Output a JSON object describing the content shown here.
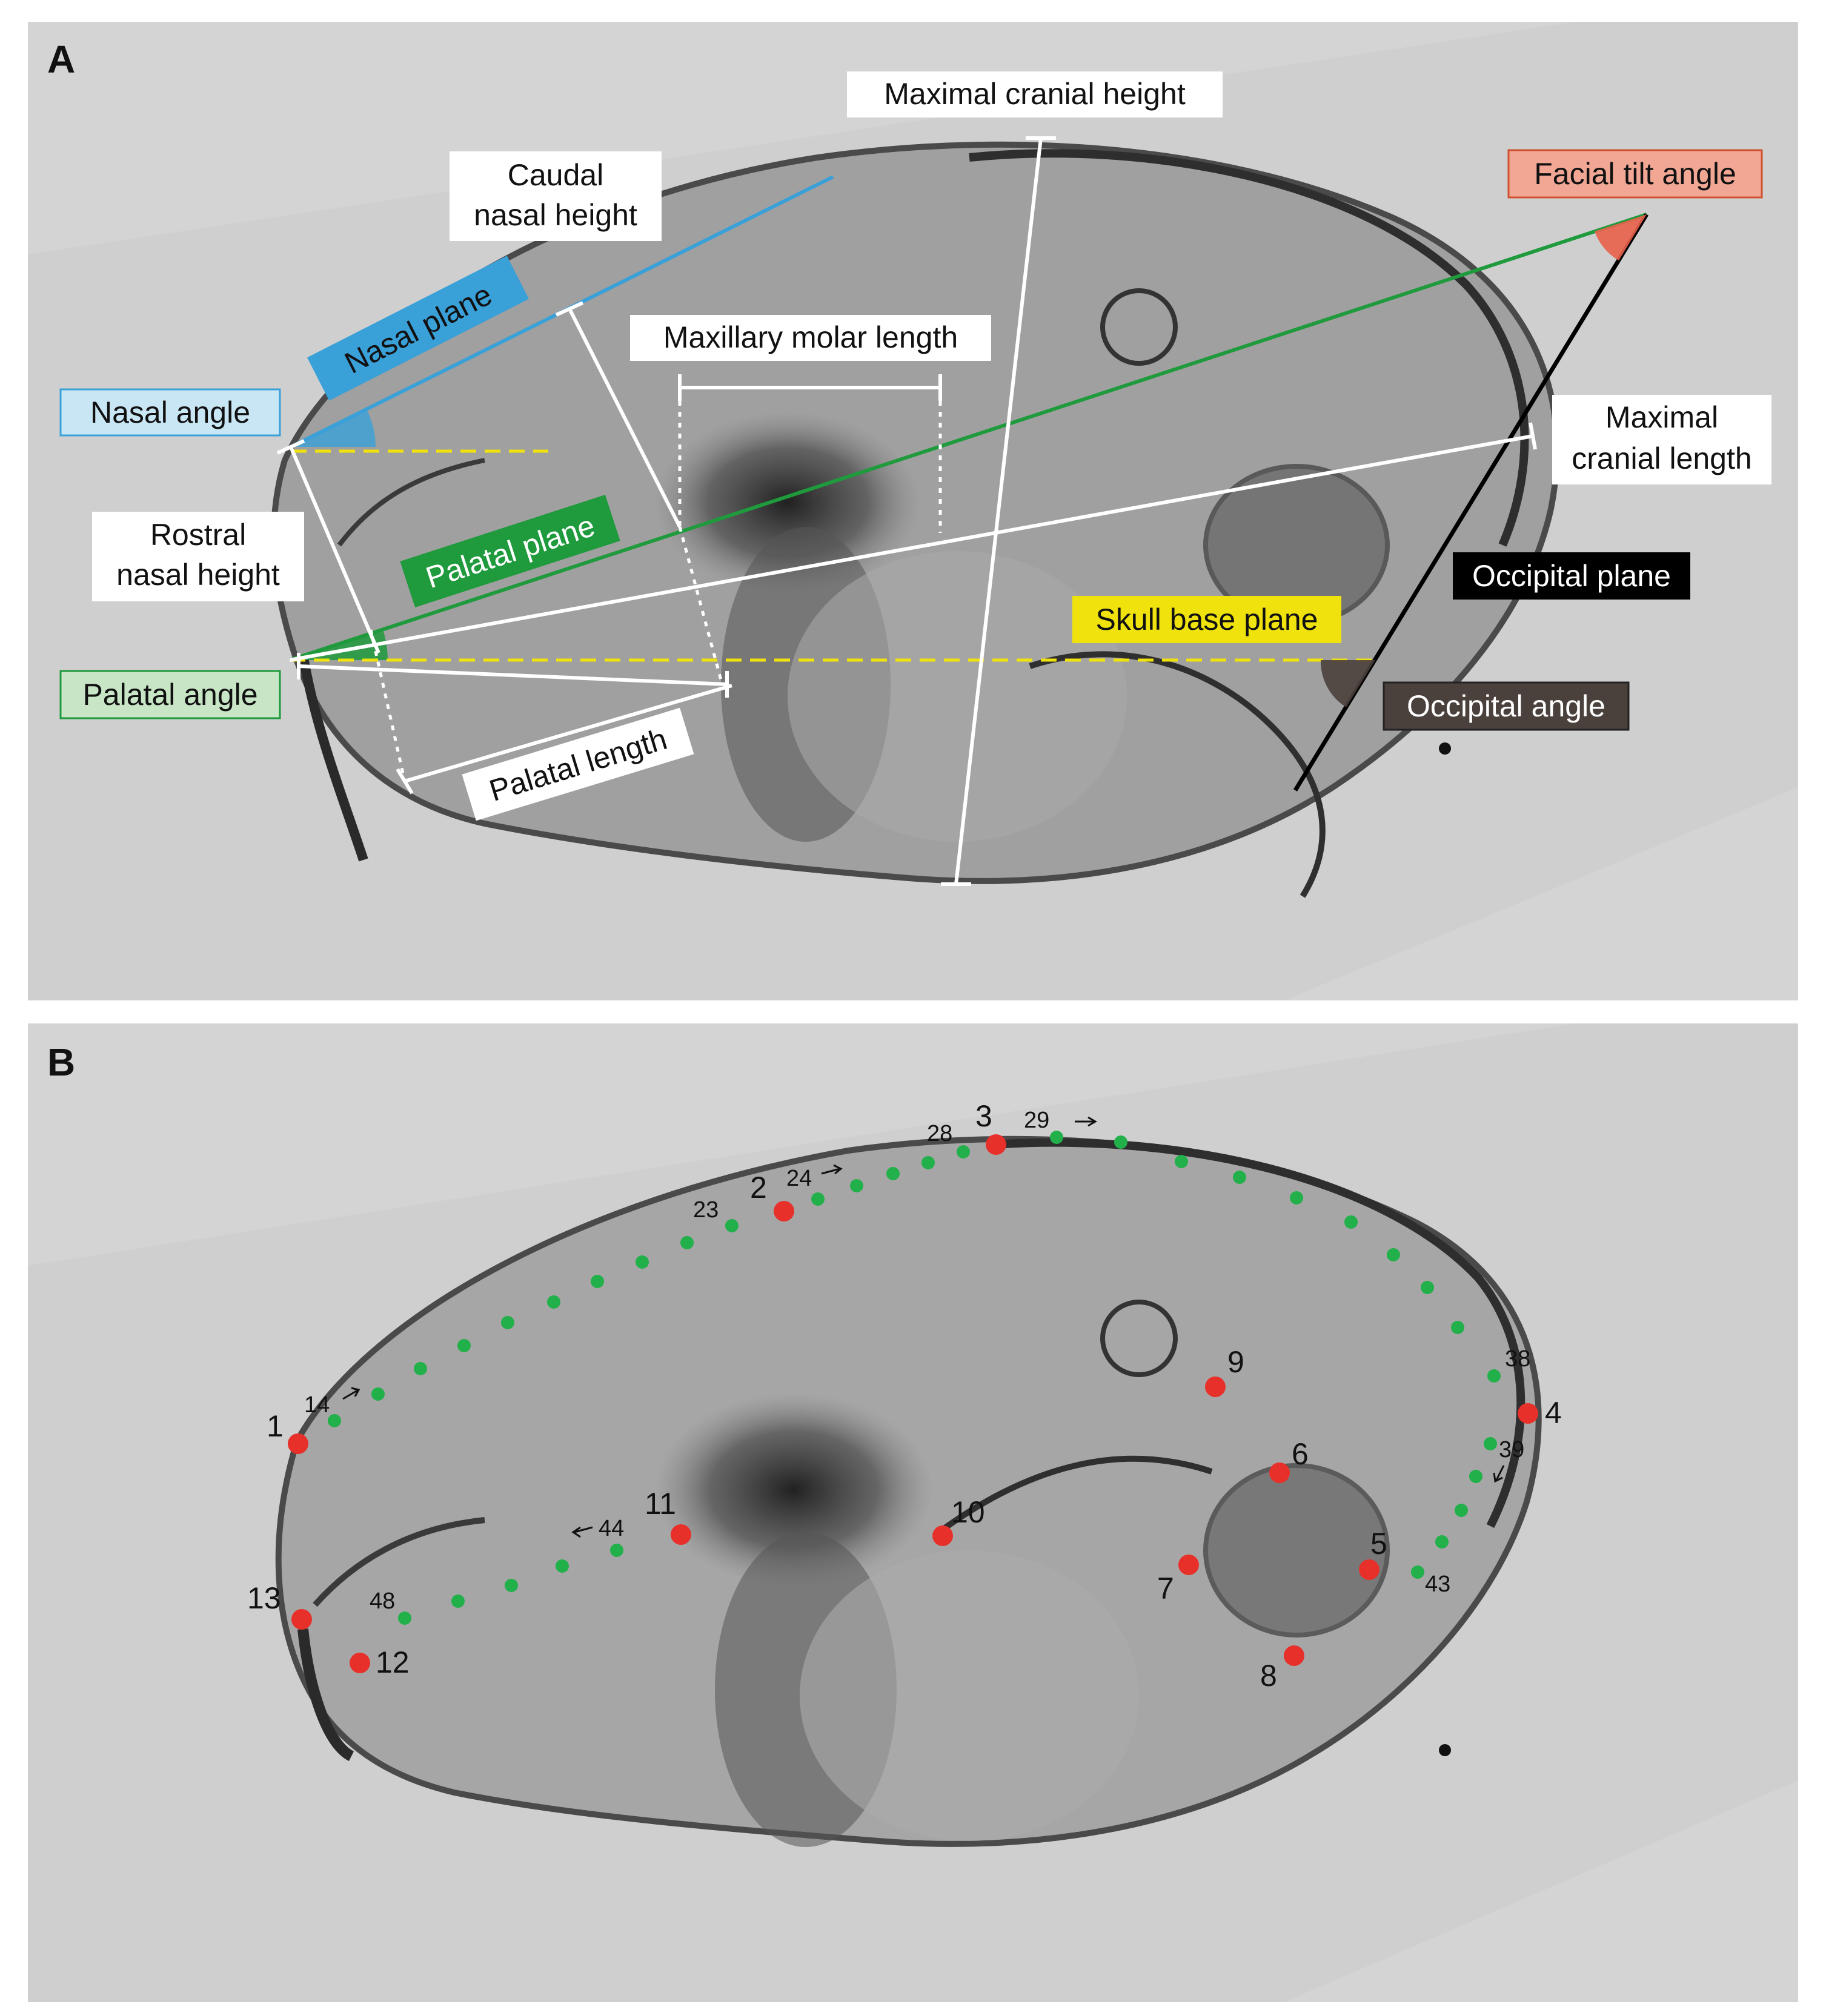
{
  "panels": {
    "a": {
      "letter": "A",
      "labels": {
        "maximal_cranial_height": "Maximal cranial height",
        "caudal_nasal_height": [
          "Caudal",
          "nasal height"
        ],
        "facial_tilt_angle": "Facial tilt angle",
        "nasal_plane": "Nasal plane",
        "maxillary_molar_length": "Maxillary molar length",
        "nasal_angle": "Nasal angle",
        "maximal_cranial_length": [
          "Maximal",
          "cranial length"
        ],
        "rostral_nasal_height": [
          "Rostral",
          "nasal height"
        ],
        "palatal_plane": "Palatal plane",
        "occipital_plane": "Occipital plane",
        "skull_base_plane": "Skull base plane",
        "palatal_angle": "Palatal angle",
        "occipital_angle": "Occipital angle",
        "palatal_length": "Palatal length"
      }
    },
    "b": {
      "letter": "B",
      "fixed_landmarks": [
        "1",
        "2",
        "3",
        "4",
        "5",
        "6",
        "7",
        "8",
        "9",
        "10",
        "11",
        "12",
        "13"
      ],
      "semilandmark_labels": [
        "14",
        "23",
        "24",
        "28",
        "29",
        "38",
        "39",
        "43",
        "44",
        "48"
      ]
    }
  },
  "colors": {
    "nasal": "#3aa0d8",
    "nasal_box": "#c9e6f5",
    "palatal": "#1f9a3c",
    "palatal_box": "#c8e6c6",
    "facial_tilt_box": "#f2a795",
    "skull_base": "#f0e20d",
    "occipital_box": "#4a403c",
    "landmark_red": "#e8302a",
    "semilandmark_green": "#22b04a"
  }
}
